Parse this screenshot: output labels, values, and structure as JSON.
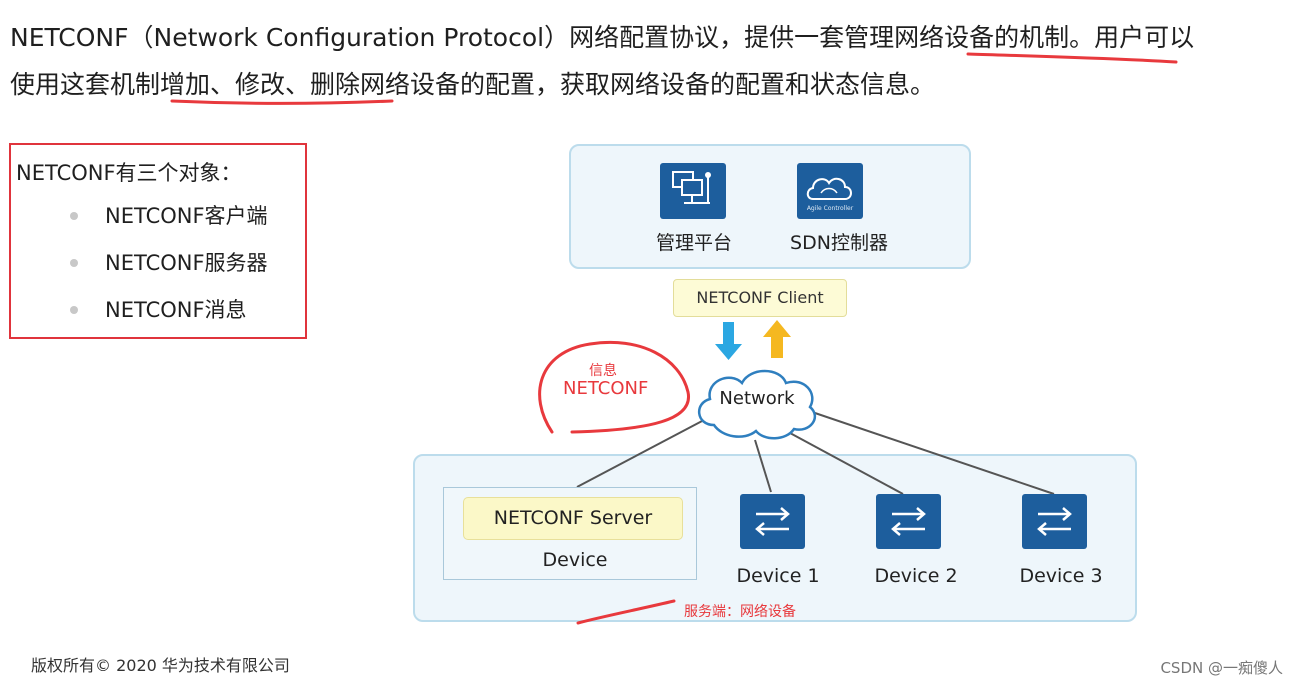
{
  "intro": {
    "line1": "NETCONF（Network Configuration Protocol）网络配置协议，提供一套管理网络设备的机制。用户可以",
    "line2": "使用这套机制增加、修改、删除网络设备的配置，获取网络设备的配置和状态信息。"
  },
  "objects": {
    "title": "NETCONF有三个对象：",
    "items": [
      {
        "label": "NETCONF客户端"
      },
      {
        "label": "NETCONF服务器"
      },
      {
        "label": "NETCONF消息"
      }
    ]
  },
  "diagram": {
    "mgmt_label": "管理平台",
    "sdn_label": "SDN控制器",
    "agile_text": "Agile Controller",
    "client_label": "NETCONF Client",
    "network_label": "Network",
    "server_label": "NETCONF Server",
    "device_label": "Device",
    "devices": [
      {
        "label": "Device 1"
      },
      {
        "label": "Device 2"
      },
      {
        "label": "Device 3"
      }
    ],
    "colors": {
      "icon_blue": "#1d5e9d",
      "arrow_down": "#2ba7e2",
      "arrow_up": "#f5b820",
      "panel_fill": "#eef6fb",
      "annotation_red": "#e8393d"
    }
  },
  "annotations": {
    "message_note": "信息",
    "netconf_note": "NETCONF",
    "server_note": "服务端：网络设备"
  },
  "footer": {
    "copyright": "版权所有© 2020 华为技术有限公司",
    "watermark": "CSDN @一痴傻人"
  }
}
